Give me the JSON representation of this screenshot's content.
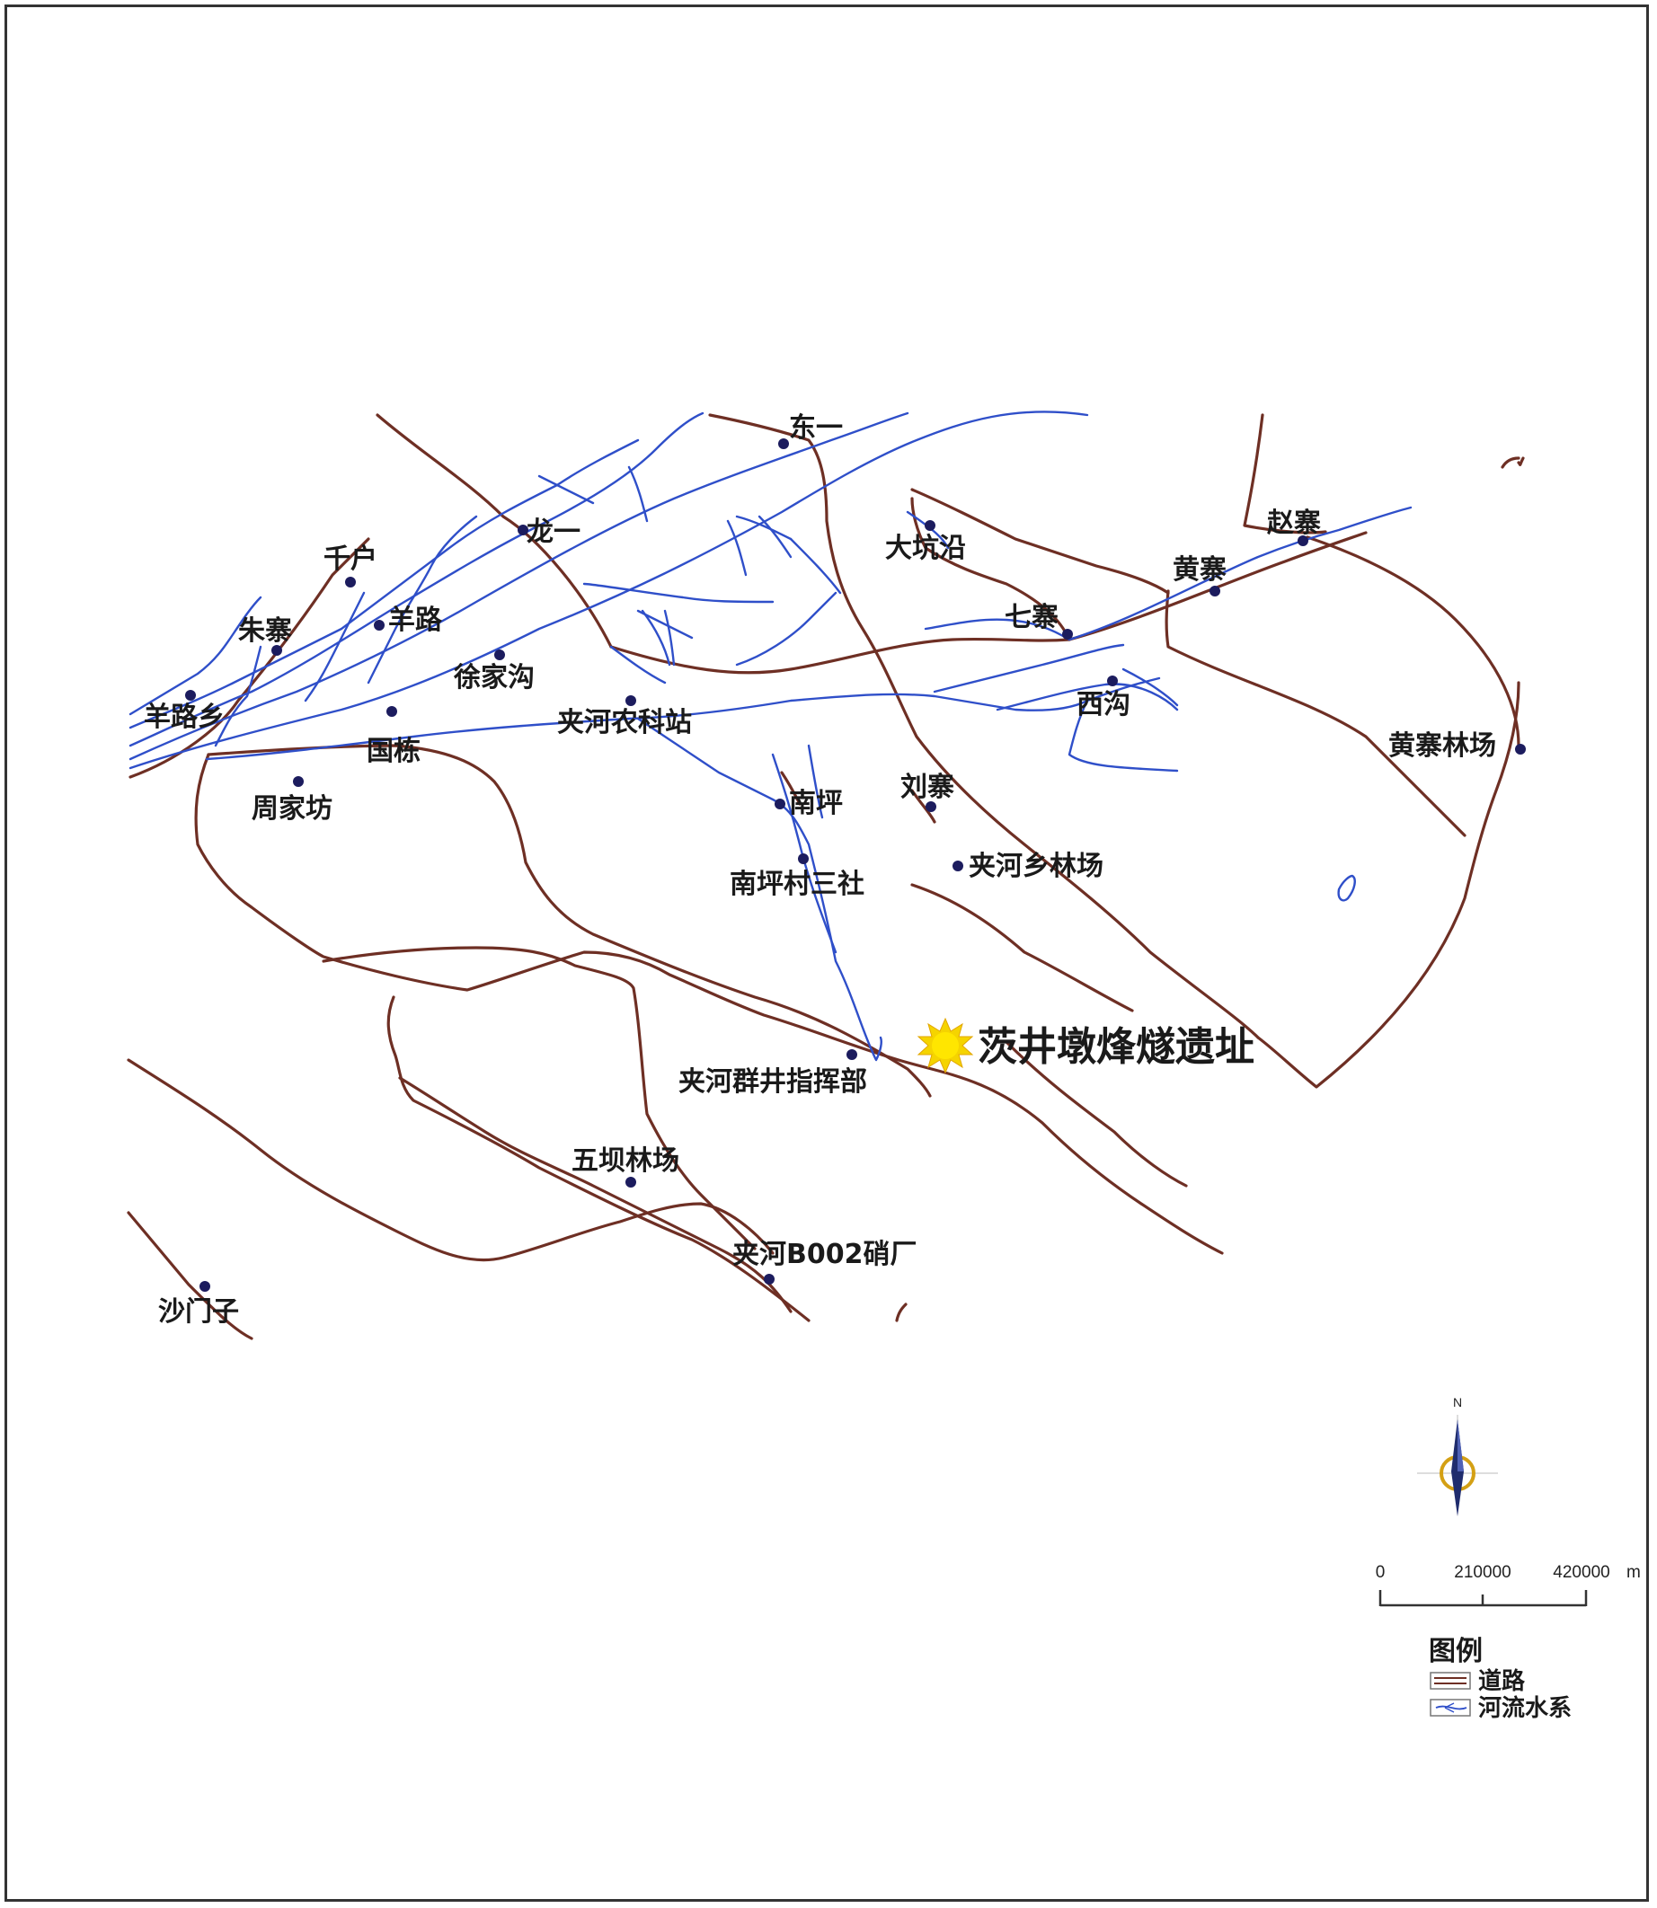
{
  "colors": {
    "road": "#6e2f24",
    "river": "#2f4fc9",
    "dot": "#1c1c5e",
    "site_marker": "#f5d400"
  },
  "places": [
    {
      "id": "dongyi",
      "name": "东一"
    },
    {
      "id": "longyi",
      "name": "龙一"
    },
    {
      "id": "qianhu",
      "name": "千户"
    },
    {
      "id": "dakengyan",
      "name": "大坑沿"
    },
    {
      "id": "zhaozhai",
      "name": "赵寨"
    },
    {
      "id": "huangzhai",
      "name": "黄寨"
    },
    {
      "id": "qizhai",
      "name": "七寨"
    },
    {
      "id": "zhuzhai",
      "name": "朱寨"
    },
    {
      "id": "yanglu",
      "name": "羊路"
    },
    {
      "id": "xujiagou",
      "name": "徐家沟"
    },
    {
      "id": "yanglu-xiang",
      "name": "羊路乡"
    },
    {
      "id": "xigou",
      "name": "西沟"
    },
    {
      "id": "jiahe-nongkezhan",
      "name": "夹河农科站"
    },
    {
      "id": "guodong",
      "name": "国栋"
    },
    {
      "id": "huangzhai-linchang",
      "name": "黄寨林场"
    },
    {
      "id": "zhoujiafang",
      "name": "周家坊"
    },
    {
      "id": "nanping",
      "name": "南坪"
    },
    {
      "id": "liuzhai",
      "name": "刘寨"
    },
    {
      "id": "jiahexiang-linchang",
      "name": "夹河乡林场"
    },
    {
      "id": "nanping-cunsanshe",
      "name": "南坪村三社"
    },
    {
      "id": "jiahe-qunjing",
      "name": "夹河群井指挥部"
    },
    {
      "id": "wuba-linchang",
      "name": "五坝林场"
    },
    {
      "id": "jiahe-b002",
      "name": "夹河B002硝厂"
    },
    {
      "id": "shamenzi",
      "name": "沙门子"
    }
  ],
  "site": {
    "name": "茨井墩烽燧遗址",
    "marker_icon": "sun-star-icon"
  },
  "north_arrow": {
    "label": "N",
    "icon": "north-arrow-icon"
  },
  "scale_bar": {
    "ticks": [
      "0",
      "210000",
      "420000"
    ],
    "unit": "m"
  },
  "legend": {
    "title": "图例",
    "items": [
      {
        "label": "道路",
        "icon": "road-legend-icon"
      },
      {
        "label": "河流水系",
        "icon": "river-legend-icon"
      }
    ]
  }
}
